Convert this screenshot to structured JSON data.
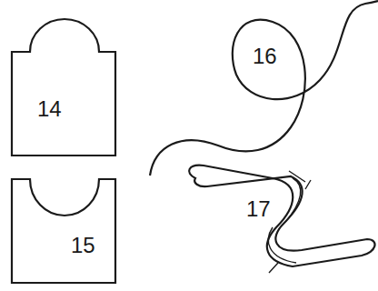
{
  "diagram": {
    "nodes": [
      {
        "text": [
          "14"
        ]
      },
      {
        "text": [
          "15"
        ]
      }
    ],
    "labels": [
      "16",
      "17"
    ]
  }
}
